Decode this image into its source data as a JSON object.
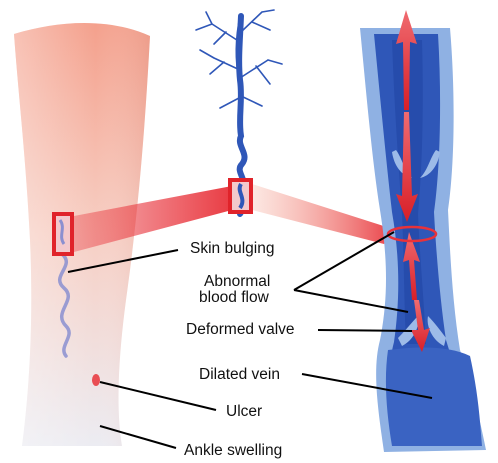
{
  "labels": {
    "skin_bulging": "Skin bulging",
    "abnormal_flow_line1": "Abnormal",
    "abnormal_flow_line2": "blood flow",
    "deformed_valve": "Deformed valve",
    "dilated_vein": "Dilated vein",
    "ulcer": "Ulcer",
    "ankle_swelling": "Ankle swelling"
  },
  "colors": {
    "leg_top": "#f4a08c",
    "leg_bottom": "#ececf2",
    "vein_dark": "#2f57b8",
    "vein_light": "#8fb1e3",
    "vein_inner": "#1f43a3",
    "highlight_box": "#e0232a",
    "flow_arrow": "#e8323a",
    "leader_line": "#000000"
  }
}
